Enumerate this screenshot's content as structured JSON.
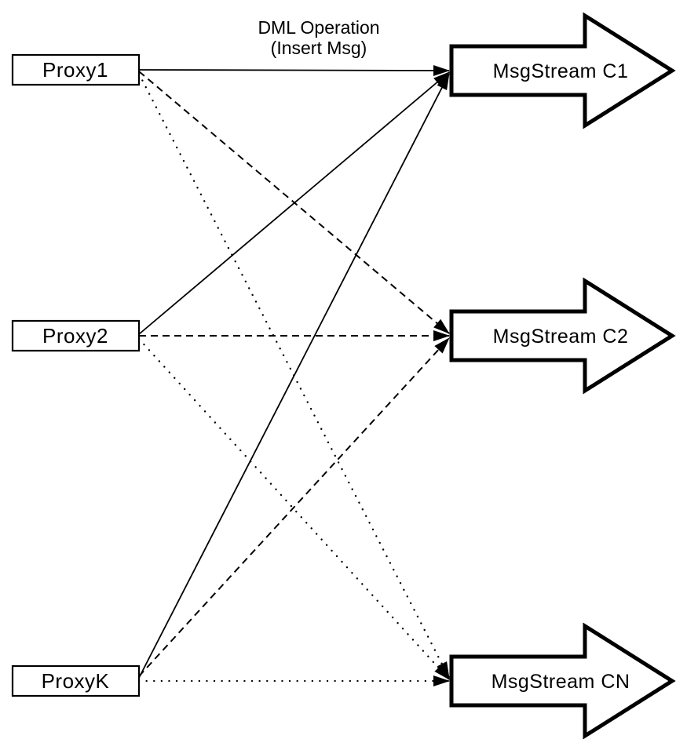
{
  "diagram": {
    "background_color": "#ffffff",
    "stroke_color": "#000000",
    "fill_color": "#ffffff",
    "text_color": "#000000",
    "title": {
      "line1": "DML Operation",
      "line2": "(Insert Msg)"
    },
    "proxies": [
      {
        "id": "proxy1",
        "label": "Proxy1"
      },
      {
        "id": "proxy2",
        "label": "Proxy2"
      },
      {
        "id": "proxyk",
        "label": "ProxyK"
      }
    ],
    "streams": [
      {
        "id": "c1",
        "label": "MsgStream C1",
        "incoming_line_style": "solid"
      },
      {
        "id": "c2",
        "label": "MsgStream C2",
        "incoming_line_style": "dashed"
      },
      {
        "id": "cn",
        "label": "MsgStream CN",
        "incoming_line_style": "dotted"
      }
    ],
    "connections": [
      {
        "from": "Proxy1",
        "to": "MsgStream C1",
        "style": "solid",
        "label": "DML Operation (Insert Msg)"
      },
      {
        "from": "Proxy1",
        "to": "MsgStream C2",
        "style": "dashed",
        "label": ""
      },
      {
        "from": "Proxy1",
        "to": "MsgStream CN",
        "style": "dotted",
        "label": ""
      },
      {
        "from": "Proxy2",
        "to": "MsgStream C1",
        "style": "solid",
        "label": ""
      },
      {
        "from": "Proxy2",
        "to": "MsgStream C2",
        "style": "dashed",
        "label": ""
      },
      {
        "from": "Proxy2",
        "to": "MsgStream CN",
        "style": "dotted",
        "label": ""
      },
      {
        "from": "ProxyK",
        "to": "MsgStream C1",
        "style": "solid",
        "label": ""
      },
      {
        "from": "ProxyK",
        "to": "MsgStream C2",
        "style": "dashed",
        "label": ""
      },
      {
        "from": "ProxyK",
        "to": "MsgStream CN",
        "style": "dotted",
        "label": ""
      }
    ]
  }
}
